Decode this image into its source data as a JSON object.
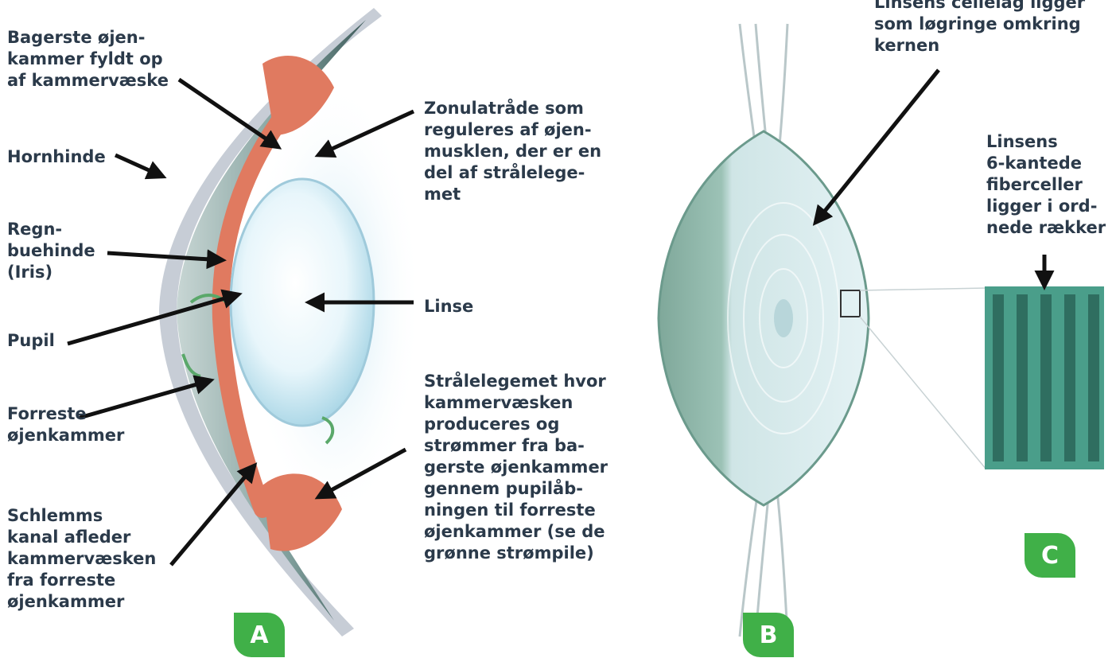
{
  "labels": {
    "bagerste": "Bagerste øjen-\nkammer fyldt op\naf kammervæske",
    "hornhinde": "Hornhinde",
    "regnbuehinde": "Regn-\nbuehinde\n(Iris)",
    "pupil": "Pupil",
    "forreste": "Forreste\nøjenkammer",
    "schlemms": "Schlemms\nkanal afleder\nkammervæsken\nfra forreste\nøjenkammer",
    "zonula": "Zonulatråde som\nreguleres af øjen-\nmusklen, der er en\ndel af strålelege-\nmet",
    "linse": "Linse",
    "straalelegemet": "Strålelegemet hvor\nkammervæsken\nproduceres og\nstrømmer fra ba-\ngerste øjenkammer\ngennem pupilåb-\nningen til forreste\nøjenkammer (se de\ngrønne strømpile)",
    "cellelag": "Linsens cellelag ligger\nsom løgringe omkring\nkernen",
    "fiberceller": "Linsens\n6-kantede\nfiberceller\nligger i ord-\nnede rækker"
  },
  "badges": {
    "a": "A",
    "b": "B",
    "c": "C"
  },
  "colors": {
    "badge": "#40b048",
    "text": "#2b3a4a",
    "arrow": "#111111"
  }
}
